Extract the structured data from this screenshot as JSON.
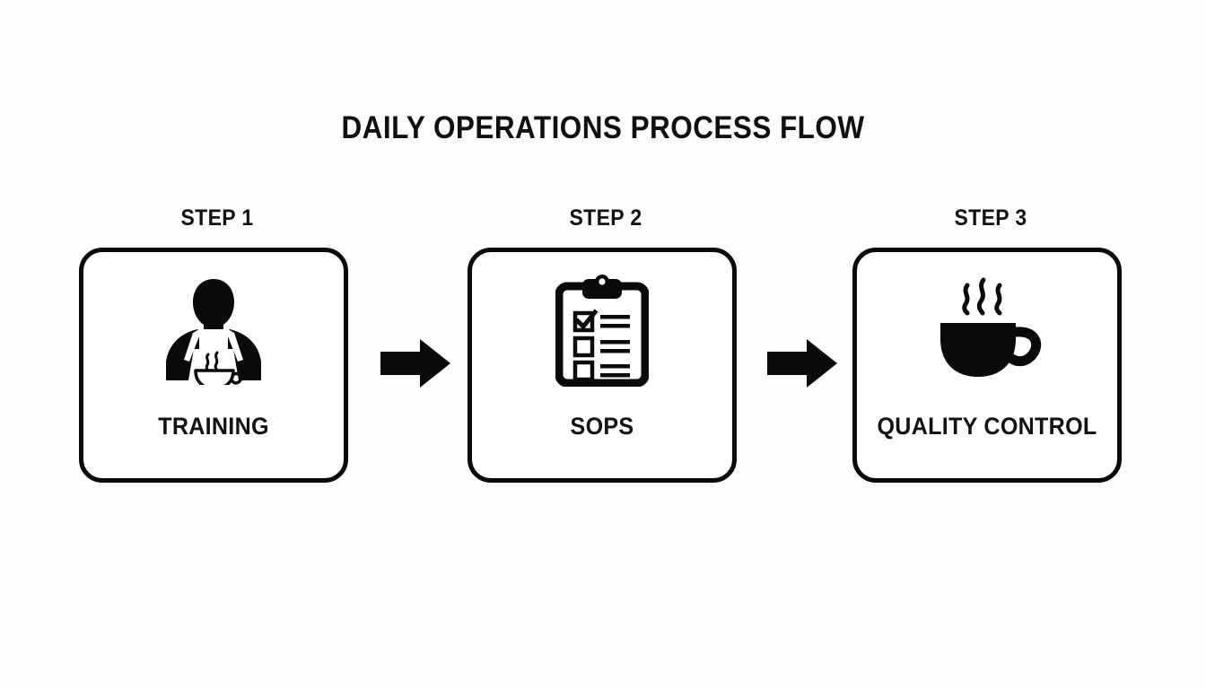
{
  "canvas": {
    "background_color": "#fdfdfd",
    "ink_color": "#0a0a0a"
  },
  "header": {
    "title": "DAILY OPERATIONS PROCESS FLOW"
  },
  "flow": {
    "type": "linear-process-flow",
    "connector": "block-arrow-right",
    "connector_count": 2,
    "steps": [
      {
        "caption": "STEP 1",
        "label": "TRAINING",
        "icon": "barista-apron-coffee-icon"
      },
      {
        "caption": "STEP 2",
        "label": "SOPS",
        "icon": "clipboard-checklist-icon"
      },
      {
        "caption": "STEP 3",
        "label": "QUALITY CONTROL",
        "icon": "steaming-coffee-cup-icon"
      }
    ]
  },
  "chart_data": {
    "type": "diagram",
    "title": "DAILY OPERATIONS PROCESS FLOW",
    "categories": [
      "STEP 1",
      "STEP 2",
      "STEP 3"
    ],
    "values": [
      "TRAINING",
      "SOPS",
      "QUALITY CONTROL"
    ],
    "legend": [],
    "xlabel": "",
    "ylabel": ""
  }
}
